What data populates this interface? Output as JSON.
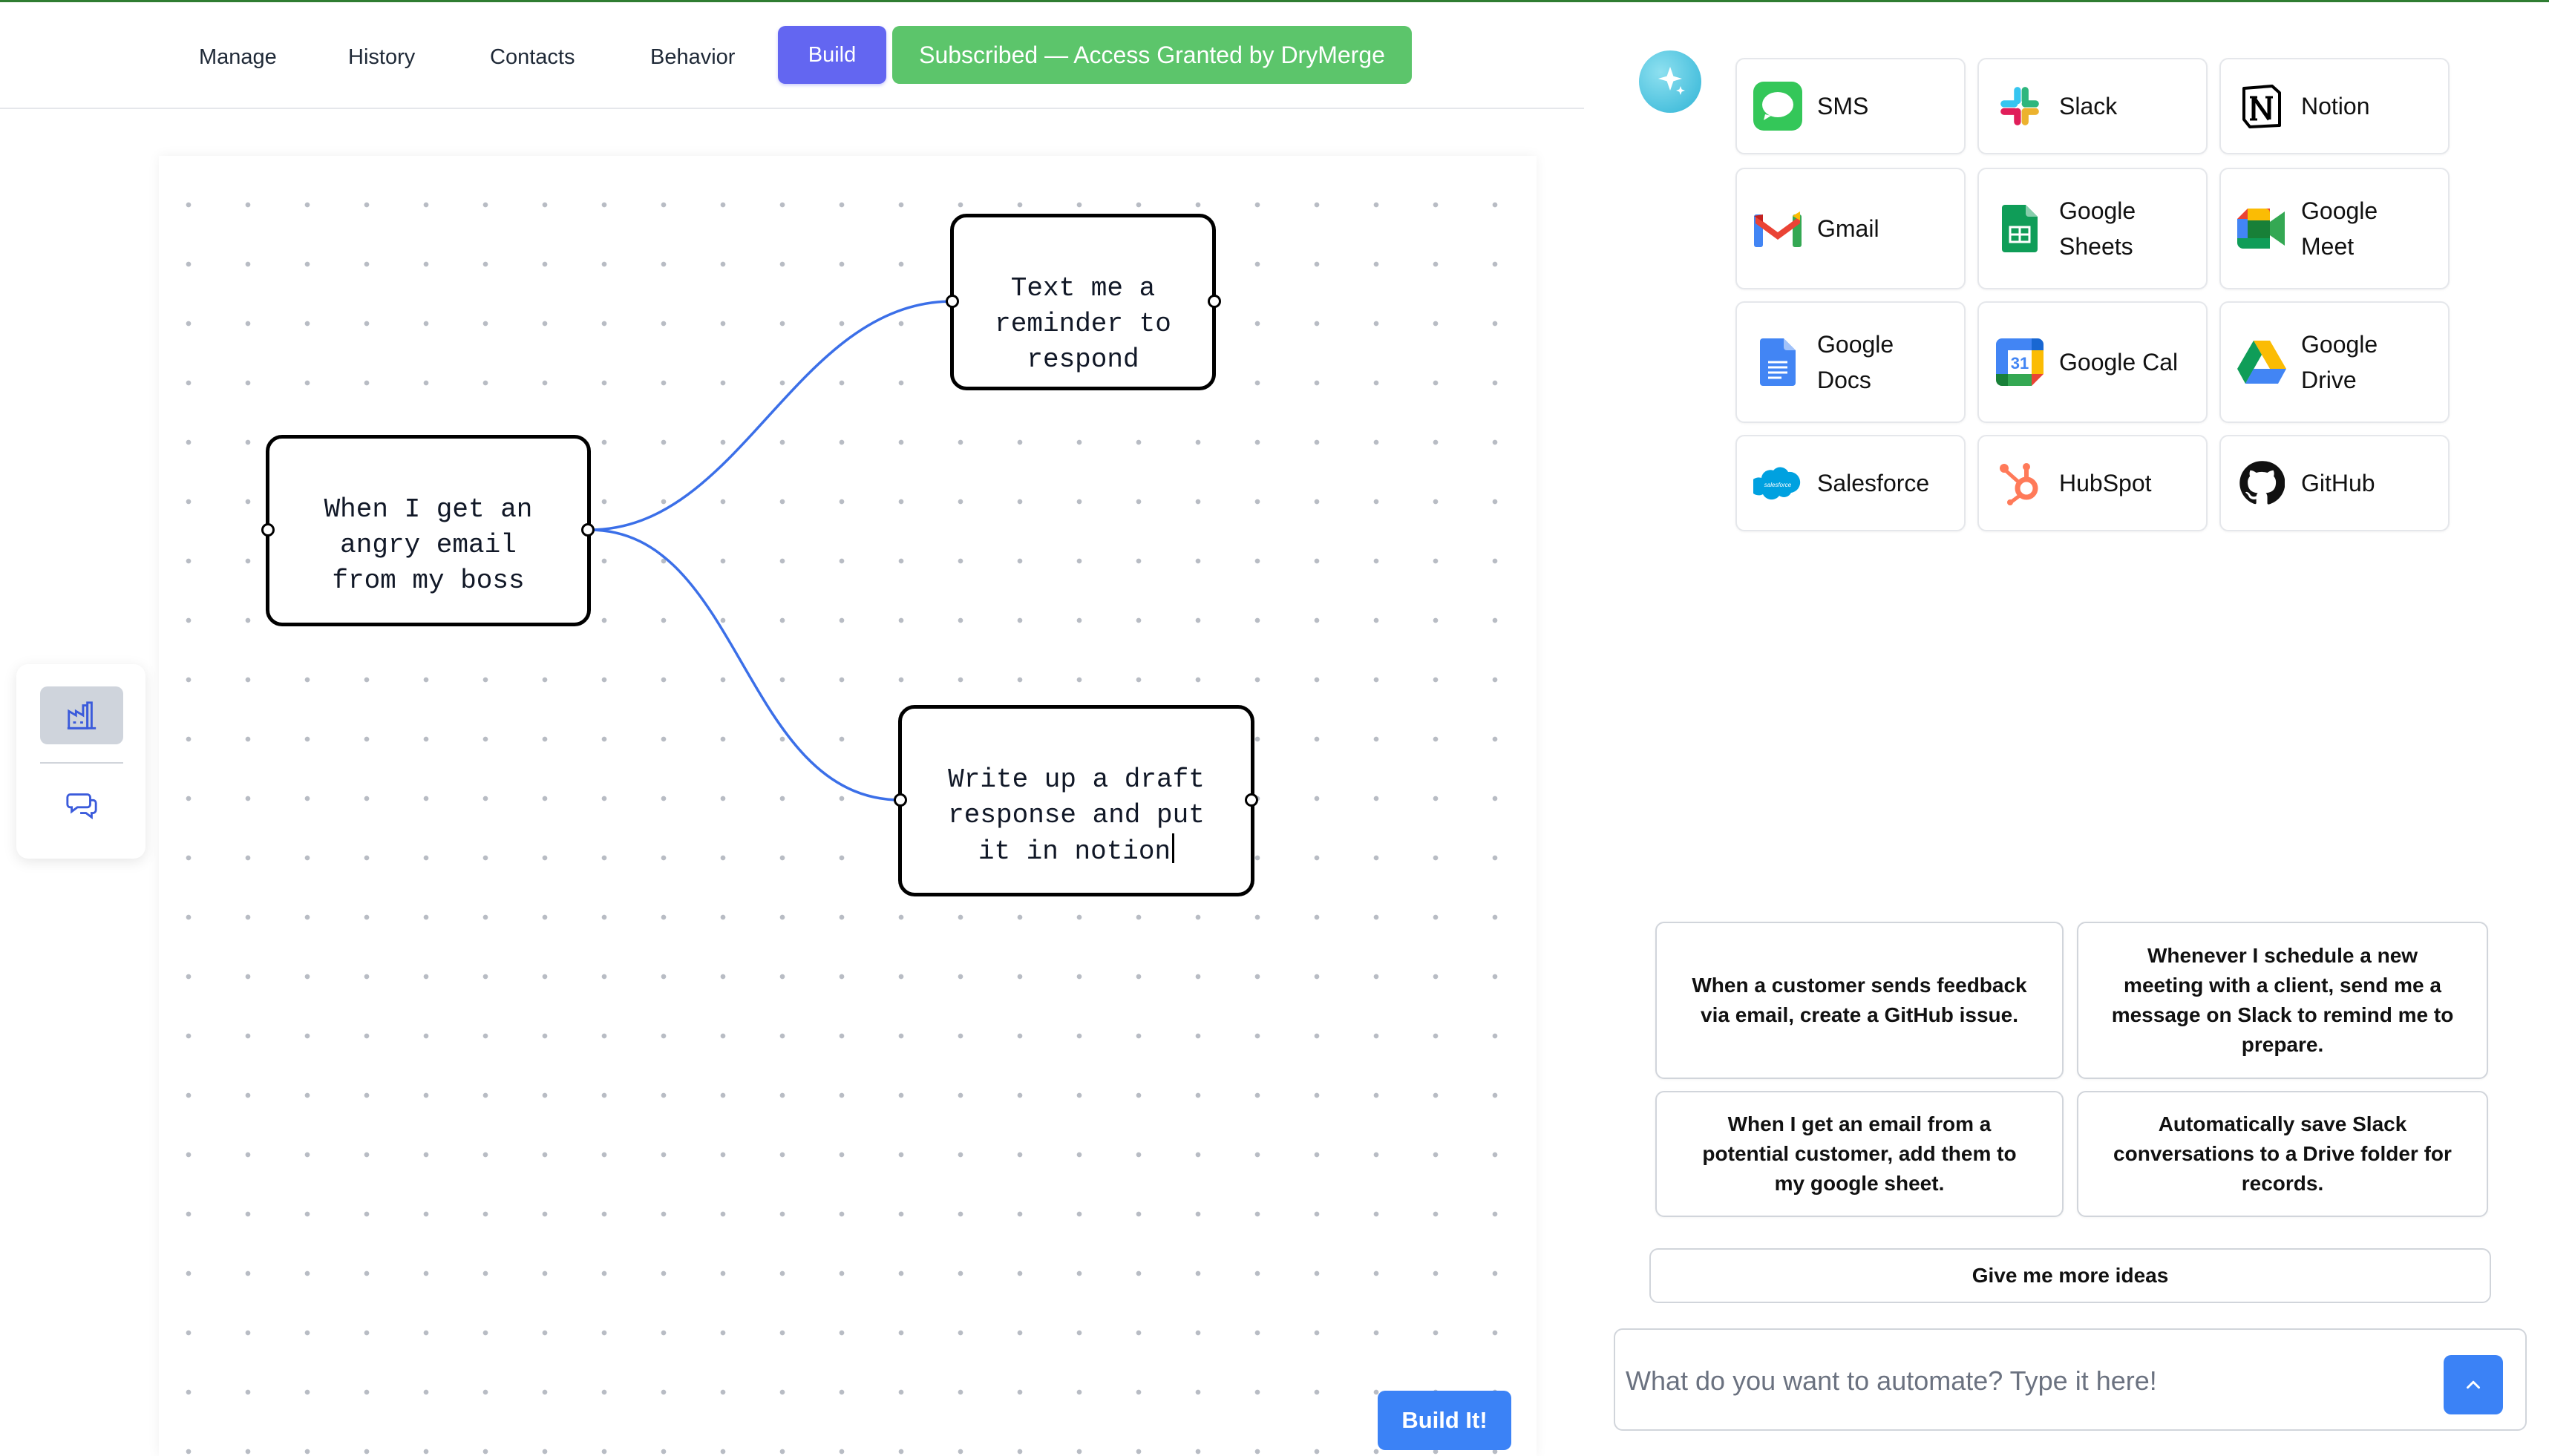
{
  "nav": {
    "items": [
      "Manage",
      "History",
      "Contacts",
      "Behavior"
    ],
    "build_label": "Build",
    "subscribed_label": "Subscribed — Access Granted by DryMerge"
  },
  "flow": {
    "trigger": "When I get an\nangry email\nfrom my boss",
    "action_1": "Text me a\nreminder to\nrespond",
    "action_2": "Write up a draft\nresponse and put\nit in notion",
    "edge_color": "#3b6fe8"
  },
  "build_button": "Build It!",
  "apps": [
    {
      "label": "SMS",
      "icon": "messages-icon"
    },
    {
      "label": "Slack",
      "icon": "slack-icon"
    },
    {
      "label": "Notion",
      "icon": "notion-icon"
    },
    {
      "label": "Gmail",
      "icon": "gmail-icon"
    },
    {
      "label": "Google\nSheets",
      "icon": "google-sheets-icon"
    },
    {
      "label": "Google\nMeet",
      "icon": "google-meet-icon"
    },
    {
      "label": "Google\nDocs",
      "icon": "google-docs-icon"
    },
    {
      "label": "Google Cal",
      "icon": "google-calendar-icon"
    },
    {
      "label": "Google\nDrive",
      "icon": "google-drive-icon"
    },
    {
      "label": "Salesforce",
      "icon": "salesforce-icon"
    },
    {
      "label": "HubSpot",
      "icon": "hubspot-icon"
    },
    {
      "label": "GitHub",
      "icon": "github-icon"
    }
  ],
  "calendar_day": "31",
  "ideas": [
    "When a customer sends feedback via email, create a GitHub issue.",
    "Whenever I schedule a new meeting with a client, send me a message on Slack to remind me to prepare.",
    "When I get an email from a potential customer, add them to my google sheet.",
    "Automatically save Slack conversations to a Drive folder for records."
  ],
  "more_ideas": "Give me more ideas",
  "prompt": {
    "placeholder": "What do you want to automate? Type it here!",
    "value": ""
  },
  "colors": {
    "build": "#6366f1",
    "subscribed": "#5cc56b",
    "primary": "#3b82f6"
  }
}
